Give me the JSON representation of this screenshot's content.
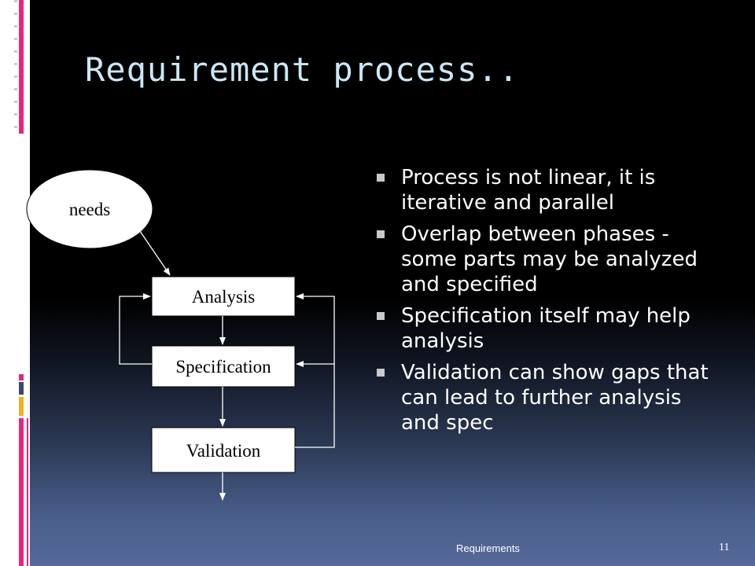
{
  "slide": {
    "title": "Requirement process..",
    "footer": "Requirements",
    "page_number": "11"
  },
  "diagram": {
    "nodes": {
      "needs": "needs",
      "analysis": "Analysis",
      "specification": "Specification",
      "validation": "Validation"
    }
  },
  "bullets": [
    "Process is not linear, it is iterative and parallel",
    "Overlap between phases - some parts may be analyzed and specified",
    "Specification itself may help analysis",
    "Validation can show gaps that can lead to further analysis and spec"
  ],
  "colors": {
    "title": "#c9e8f6",
    "background_top": "#000000",
    "background_bottom": "#56699a",
    "accent_magenta": "#e8257c",
    "accent_yellow": "#f2b120",
    "accent_slate": "#3c4a66"
  }
}
